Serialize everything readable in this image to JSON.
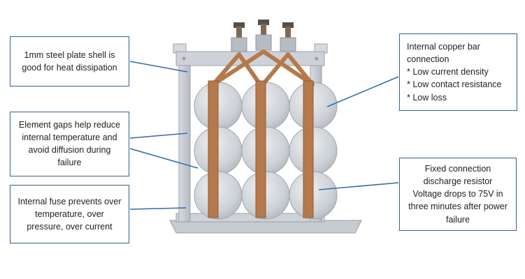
{
  "colors": {
    "leader": "#2f6bad",
    "box_border": "#35618f",
    "copper": "#b5794b",
    "copper_dark": "#8f5a33",
    "frame": "#ccd1d7",
    "text": "#222222"
  },
  "callouts": [
    {
      "id": "steel-shell",
      "lines": [
        "1mm steel plate shell is",
        "good for heat dissipation"
      ]
    },
    {
      "id": "element-gaps",
      "lines": [
        "Element gaps help reduce",
        "internal temperature and",
        "avoid diffusion during",
        "failure"
      ]
    },
    {
      "id": "internal-fuse",
      "lines": [
        "Internal fuse prevents over",
        "temperature, over",
        "pressure, over current"
      ]
    },
    {
      "id": "copper-bar-connection",
      "lines": [
        "Internal copper bar",
        "connection",
        "* Low current density",
        "* Low contact resistance",
        "* Low loss"
      ]
    },
    {
      "id": "discharge-resistor",
      "lines": [
        "Fixed connection",
        "discharge resistor",
        "Voltage drops to 75V in",
        "three minutes after power",
        "failure"
      ]
    }
  ],
  "illustration": {
    "subject": "power capacitor internal structure"
  }
}
